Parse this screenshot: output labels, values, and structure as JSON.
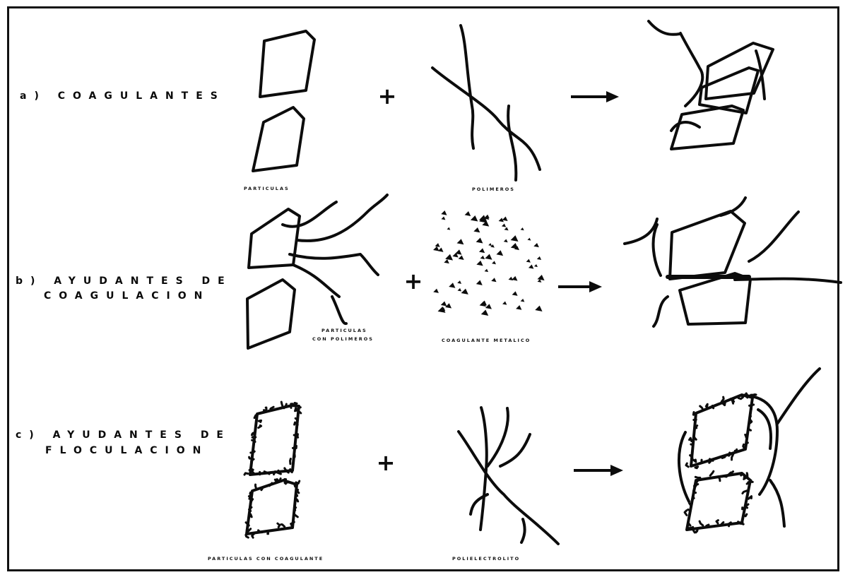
{
  "rows": [
    {
      "label_line1": "a) COAGULANTES",
      "label_line2": "",
      "left_caption": "PARTICULAS",
      "middle_caption": "POLIMEROS",
      "plus": "+"
    },
    {
      "label_line1": "b) AYUDANTES DE",
      "label_line2": "COAGULACION",
      "left_caption_line1": "PARTICULAS",
      "left_caption_line2": "CON POLIMEROS",
      "middle_caption": "COAGULANTE METALICO",
      "plus": "+"
    },
    {
      "label_line1": "c) AYUDANTES DE",
      "label_line2": "FLOCULACION",
      "left_caption": "PARTICULAS CON COAGULANTE",
      "middle_caption": "POLIELECTROLITO",
      "plus": "+"
    }
  ],
  "ink_color": "#0c0c0c"
}
